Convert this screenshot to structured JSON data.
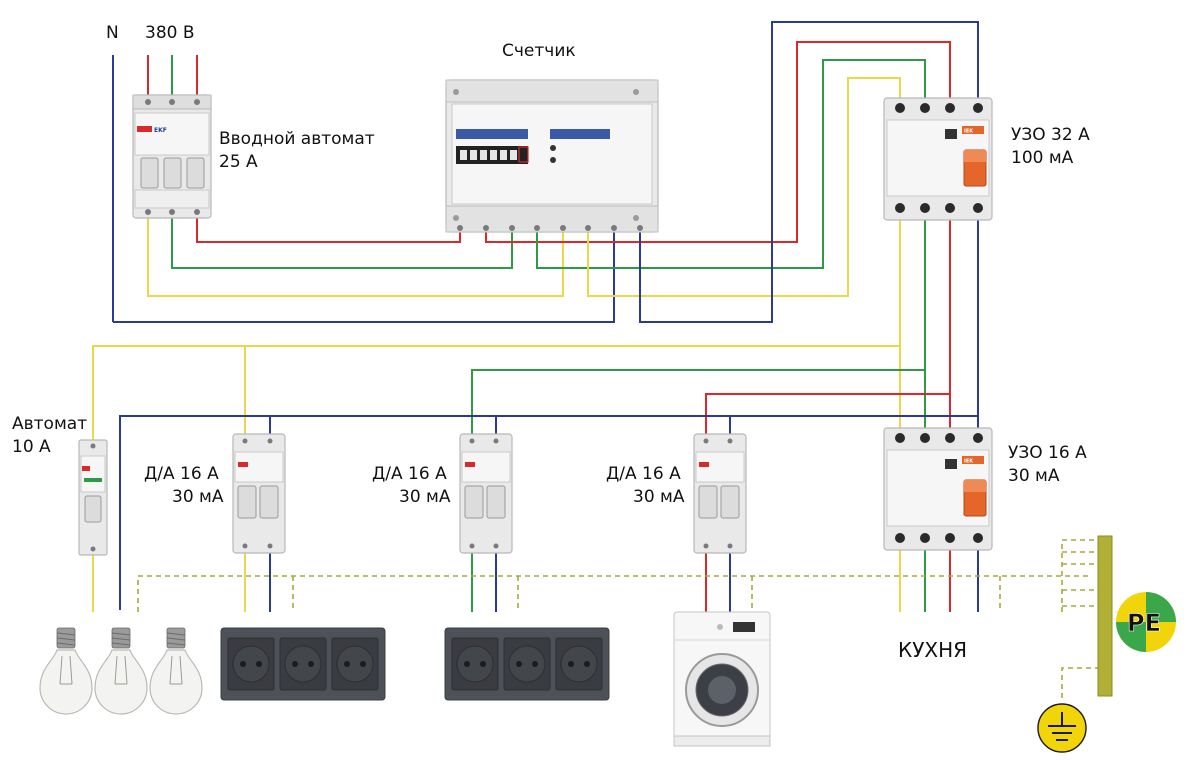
{
  "labels": {
    "neutral": "N",
    "voltage": "380 В",
    "meter": "Счетчик",
    "main_breaker_line1": "Вводной автомат",
    "main_breaker_line2": "25 А",
    "rcd_main_line1": "УЗО 32 А",
    "rcd_main_line2": "100 мА",
    "rcd_kitchen_line1": "УЗО 16 А",
    "rcd_kitchen_line2": "30 мА",
    "breaker_light_line1": "Автомат",
    "breaker_light_line2": "10 А",
    "rcbo1_line1": "Д/А 16 А",
    "rcbo1_line2": "30 мА",
    "rcbo2_line1": "Д/А 16 А",
    "rcbo2_line2": "30 мА",
    "rcbo3_line1": "Д/А 16 А",
    "rcbo3_line2": "30 мА",
    "kitchen": "КУХНЯ",
    "pe_badge": "PE",
    "brand_ekf": "EKF",
    "brand_iek": "IEK"
  },
  "colors": {
    "phase_red": "#d9292b",
    "phase_green": "#2e9a46",
    "phase_yellow": "#e9d84a",
    "neutral_blue": "#2b3a98",
    "ground": "#a8a83c",
    "pe_bar": "#b0b036",
    "pe_green": "#3aa84a",
    "pe_yellow": "#f2d40a",
    "rcd_lever": "#e5662a",
    "meter_blue": "#3a5aa8"
  },
  "icons": {
    "bulb": "incandescent-bulb-icon",
    "socket": "wall-socket-icon",
    "washer": "washing-machine-icon",
    "ground": "ground-symbol-icon",
    "pe": "pe-badge-icon"
  }
}
